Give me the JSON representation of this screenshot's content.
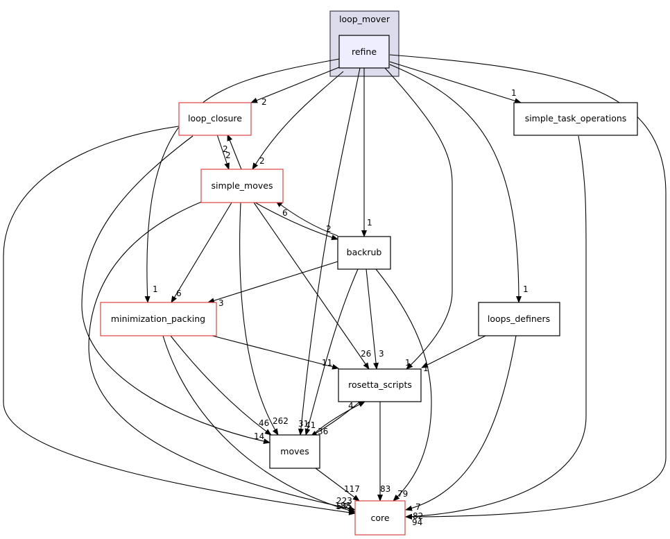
{
  "colors": {
    "cluster_fill": "#dcdcec",
    "cluster_stroke": "#3d3d4d",
    "focus_fill": "#eeeeff",
    "focus_stroke": "#000000",
    "incomplete_stroke": "#e04040",
    "normal_stroke": "#000000",
    "edge": "#000000"
  },
  "cluster": {
    "label": "loop_mover"
  },
  "nodes": {
    "refine": {
      "label": "refine",
      "style": "focus"
    },
    "loop_closure": {
      "label": "loop_closure",
      "style": "red"
    },
    "simple_task_operations": {
      "label": "simple_task_operations",
      "style": "black"
    },
    "simple_moves": {
      "label": "simple_moves",
      "style": "red"
    },
    "backrub": {
      "label": "backrub",
      "style": "black"
    },
    "minimization_packing": {
      "label": "minimization_packing",
      "style": "red"
    },
    "loops_definers": {
      "label": "loops_definers",
      "style": "black"
    },
    "rosetta_scripts": {
      "label": "rosetta_scripts",
      "style": "black"
    },
    "moves": {
      "label": "moves",
      "style": "black"
    },
    "core": {
      "label": "core",
      "style": "red"
    }
  },
  "edges": [
    {
      "id": "refine-loop_closure",
      "label": "2"
    },
    {
      "id": "refine-simple_moves",
      "label": "2"
    },
    {
      "id": "refine-backrub",
      "label": "1"
    },
    {
      "id": "refine-simple_task_operations",
      "label": "1"
    },
    {
      "id": "refine-loops_definers",
      "label": "1"
    },
    {
      "id": "refine-minimization_packing",
      "label": "1"
    },
    {
      "id": "refine-rosetta_scripts",
      "label": "1"
    },
    {
      "id": "refine-moves",
      "label": "31"
    },
    {
      "id": "refine-core",
      "label": "82"
    },
    {
      "id": "loop_closure-simple_moves",
      "label": "2"
    },
    {
      "id": "simple_moves-loop_closure",
      "label": "2"
    },
    {
      "id": "loop_closure-core",
      "label": "188"
    },
    {
      "id": "loop_closure-moves",
      "label": "14"
    },
    {
      "id": "simple_moves-backrub",
      "label": "2"
    },
    {
      "id": "backrub-simple_moves",
      "label": "6"
    },
    {
      "id": "simple_moves-minimization_packing",
      "label": "6"
    },
    {
      "id": "simple_moves-rosetta_scripts",
      "label": "26"
    },
    {
      "id": "simple_moves-moves",
      "label": "262"
    },
    {
      "id": "simple_moves-core",
      "label": "545"
    },
    {
      "id": "backrub-minimization_packing",
      "label": "3"
    },
    {
      "id": "backrub-rosetta_scripts",
      "label": "3"
    },
    {
      "id": "backrub-moves",
      "label": "41"
    },
    {
      "id": "backrub-core",
      "label": "79"
    },
    {
      "id": "minimization_packing-rosetta_scripts",
      "label": "11"
    },
    {
      "id": "minimization_packing-moves",
      "label": "46"
    },
    {
      "id": "minimization_packing-core",
      "label": "223"
    },
    {
      "id": "loops_definers-rosetta_scripts",
      "label": "1"
    },
    {
      "id": "loops_definers-core",
      "label": "7"
    },
    {
      "id": "rosetta_scripts-moves",
      "label": "36"
    },
    {
      "id": "moves-rosetta_scripts",
      "label": "4"
    },
    {
      "id": "rosetta_scripts-core",
      "label": "83"
    },
    {
      "id": "moves-core",
      "label": "117"
    },
    {
      "id": "simple_task_operations-core",
      "label": "94"
    }
  ]
}
